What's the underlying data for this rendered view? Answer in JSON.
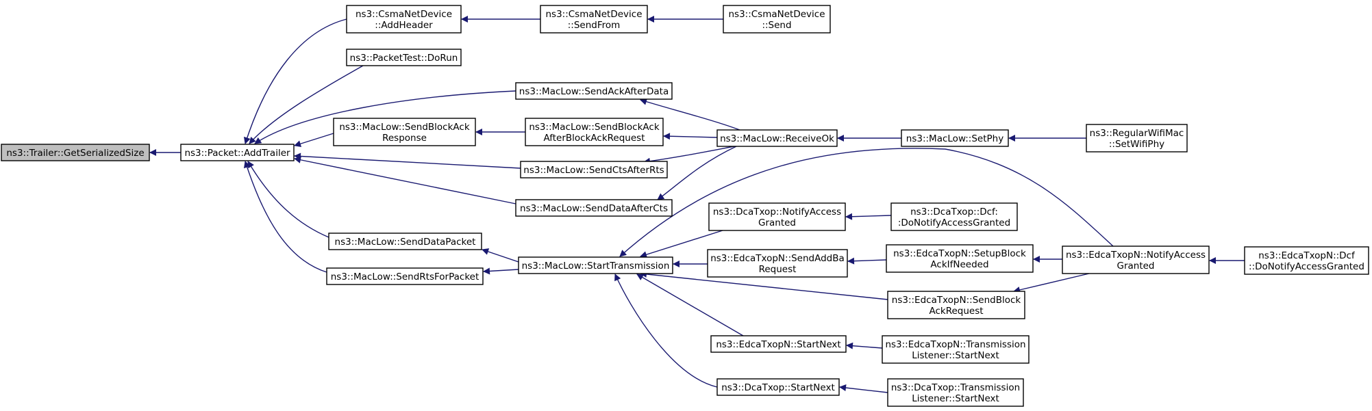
{
  "colors": {
    "edge": "#191970",
    "root_fill": "#bfbfbf",
    "node_fill": "#ffffff",
    "node_border": "#000000"
  },
  "nodes": [
    {
      "id": "trailer_getserializedsize",
      "lines": [
        "ns3::Trailer::GetSerializedSize"
      ],
      "root": true
    },
    {
      "id": "packet_addtrailer",
      "lines": [
        "ns3::Packet::AddTrailer"
      ]
    },
    {
      "id": "csma_addheader",
      "lines": [
        "ns3::CsmaNetDevice",
        "::AddHeader"
      ]
    },
    {
      "id": "csma_sendfrom",
      "lines": [
        "ns3::CsmaNetDevice",
        "::SendFrom"
      ]
    },
    {
      "id": "csma_send",
      "lines": [
        "ns3::CsmaNetDevice",
        "::Send"
      ]
    },
    {
      "id": "packettest_dorun",
      "lines": [
        "ns3::PacketTest::DoRun"
      ]
    },
    {
      "id": "maclow_sendackafterdata",
      "lines": [
        "ns3::MacLow::SendAckAfterData"
      ]
    },
    {
      "id": "maclow_sendblockackresponse",
      "lines": [
        "ns3::MacLow::SendBlockAck",
        "Response"
      ]
    },
    {
      "id": "maclow_sendblockackafterblockackrequest",
      "lines": [
        "ns3::MacLow::SendBlockAck",
        "AfterBlockAckRequest"
      ]
    },
    {
      "id": "maclow_receiveok",
      "lines": [
        "ns3::MacLow::ReceiveOk"
      ]
    },
    {
      "id": "maclow_setphy",
      "lines": [
        "ns3::MacLow::SetPhy"
      ]
    },
    {
      "id": "regularwifimac_setwifiphy",
      "lines": [
        "ns3::RegularWifiMac",
        "::SetWifiPhy"
      ]
    },
    {
      "id": "maclow_sendctsafterrts",
      "lines": [
        "ns3::MacLow::SendCtsAfterRts"
      ]
    },
    {
      "id": "maclow_senddataaftercts",
      "lines": [
        "ns3::MacLow::SendDataAfterCts"
      ]
    },
    {
      "id": "maclow_senddatapacket",
      "lines": [
        "ns3::MacLow::SendDataPacket"
      ]
    },
    {
      "id": "maclow_sendrtsforpacket",
      "lines": [
        "ns3::MacLow::SendRtsForPacket"
      ]
    },
    {
      "id": "maclow_starttransmission",
      "lines": [
        "ns3::MacLow::StartTransmission"
      ]
    },
    {
      "id": "dcatxop_notifyaccessgranted",
      "lines": [
        "ns3::DcaTxop::NotifyAccess",
        "Granted"
      ]
    },
    {
      "id": "dcatxop_dcf_donotifyaccessgranted",
      "lines": [
        "ns3::DcaTxop::Dcf:",
        ":DoNotifyAccessGranted"
      ]
    },
    {
      "id": "edcatxopn_sendaddbarequest",
      "lines": [
        "ns3::EdcaTxopN::SendAddBa",
        "Request"
      ]
    },
    {
      "id": "edcatxopn_setupblockackifneeded",
      "lines": [
        "ns3::EdcaTxopN::SetupBlock",
        "AckIfNeeded"
      ]
    },
    {
      "id": "edcatxopn_notifyaccessgranted",
      "lines": [
        "ns3::EdcaTxopN::NotifyAccess",
        "Granted"
      ]
    },
    {
      "id": "edcatxopn_dcf_donotifyaccessgranted",
      "lines": [
        "ns3::EdcaTxopN::Dcf",
        "::DoNotifyAccessGranted"
      ]
    },
    {
      "id": "edcatxopn_sendblockackrequest",
      "lines": [
        "ns3::EdcaTxopN::SendBlock",
        "AckRequest"
      ]
    },
    {
      "id": "edcatxopn_startnext",
      "lines": [
        "ns3::EdcaTxopN::StartNext"
      ]
    },
    {
      "id": "edcatxopn_transmissionlistener_startnext",
      "lines": [
        "ns3::EdcaTxopN::Transmission",
        "Listener::StartNext"
      ]
    },
    {
      "id": "dcatxop_startnext",
      "lines": [
        "ns3::DcaTxop::StartNext"
      ]
    },
    {
      "id": "dcatxop_transmissionlistener_startnext",
      "lines": [
        "ns3::DcaTxop::Transmission",
        "Listener::StartNext"
      ]
    }
  ],
  "edges": [
    {
      "from": "packet_addtrailer",
      "to": "trailer_getserializedsize"
    },
    {
      "from": "csma_addheader",
      "to": "packet_addtrailer"
    },
    {
      "from": "csma_sendfrom",
      "to": "csma_addheader"
    },
    {
      "from": "csma_send",
      "to": "csma_sendfrom"
    },
    {
      "from": "packettest_dorun",
      "to": "packet_addtrailer"
    },
    {
      "from": "maclow_sendackafterdata",
      "to": "packet_addtrailer"
    },
    {
      "from": "maclow_receiveok",
      "to": "maclow_sendackafterdata"
    },
    {
      "from": "maclow_sendblockackresponse",
      "to": "packet_addtrailer"
    },
    {
      "from": "maclow_sendblockackafterblockackrequest",
      "to": "maclow_sendblockackresponse"
    },
    {
      "from": "maclow_receiveok",
      "to": "maclow_sendblockackafterblockackrequest"
    },
    {
      "from": "maclow_setphy",
      "to": "maclow_receiveok"
    },
    {
      "from": "regularwifimac_setwifiphy",
      "to": "maclow_setphy"
    },
    {
      "from": "maclow_sendctsafterrts",
      "to": "packet_addtrailer"
    },
    {
      "from": "maclow_receiveok",
      "to": "maclow_sendctsafterrts"
    },
    {
      "from": "maclow_senddataaftercts",
      "to": "packet_addtrailer"
    },
    {
      "from": "maclow_receiveok",
      "to": "maclow_senddataaftercts"
    },
    {
      "from": "maclow_senddatapacket",
      "to": "packet_addtrailer"
    },
    {
      "from": "maclow_sendrtsforpacket",
      "to": "packet_addtrailer"
    },
    {
      "from": "maclow_starttransmission",
      "to": "maclow_senddatapacket"
    },
    {
      "from": "maclow_starttransmission",
      "to": "maclow_sendrtsforpacket"
    },
    {
      "from": "dcatxop_notifyaccessgranted",
      "to": "maclow_starttransmission"
    },
    {
      "from": "dcatxop_dcf_donotifyaccessgranted",
      "to": "dcatxop_notifyaccessgranted"
    },
    {
      "from": "edcatxopn_sendaddbarequest",
      "to": "maclow_starttransmission"
    },
    {
      "from": "edcatxopn_setupblockackifneeded",
      "to": "edcatxopn_sendaddbarequest"
    },
    {
      "from": "edcatxopn_notifyaccessgranted",
      "to": "edcatxopn_setupblockackifneeded"
    },
    {
      "from": "edcatxopn_dcf_donotifyaccessgranted",
      "to": "edcatxopn_notifyaccessgranted"
    },
    {
      "from": "edcatxopn_notifyaccessgranted",
      "to": "maclow_starttransmission"
    },
    {
      "from": "edcatxopn_notifyaccessgranted",
      "to": "edcatxopn_sendblockackrequest"
    },
    {
      "from": "edcatxopn_sendblockackrequest",
      "to": "maclow_starttransmission"
    },
    {
      "from": "edcatxopn_startnext",
      "to": "maclow_starttransmission"
    },
    {
      "from": "edcatxopn_transmissionlistener_startnext",
      "to": "edcatxopn_startnext"
    },
    {
      "from": "dcatxop_startnext",
      "to": "maclow_starttransmission"
    },
    {
      "from": "dcatxop_transmissionlistener_startnext",
      "to": "dcatxop_startnext"
    }
  ]
}
